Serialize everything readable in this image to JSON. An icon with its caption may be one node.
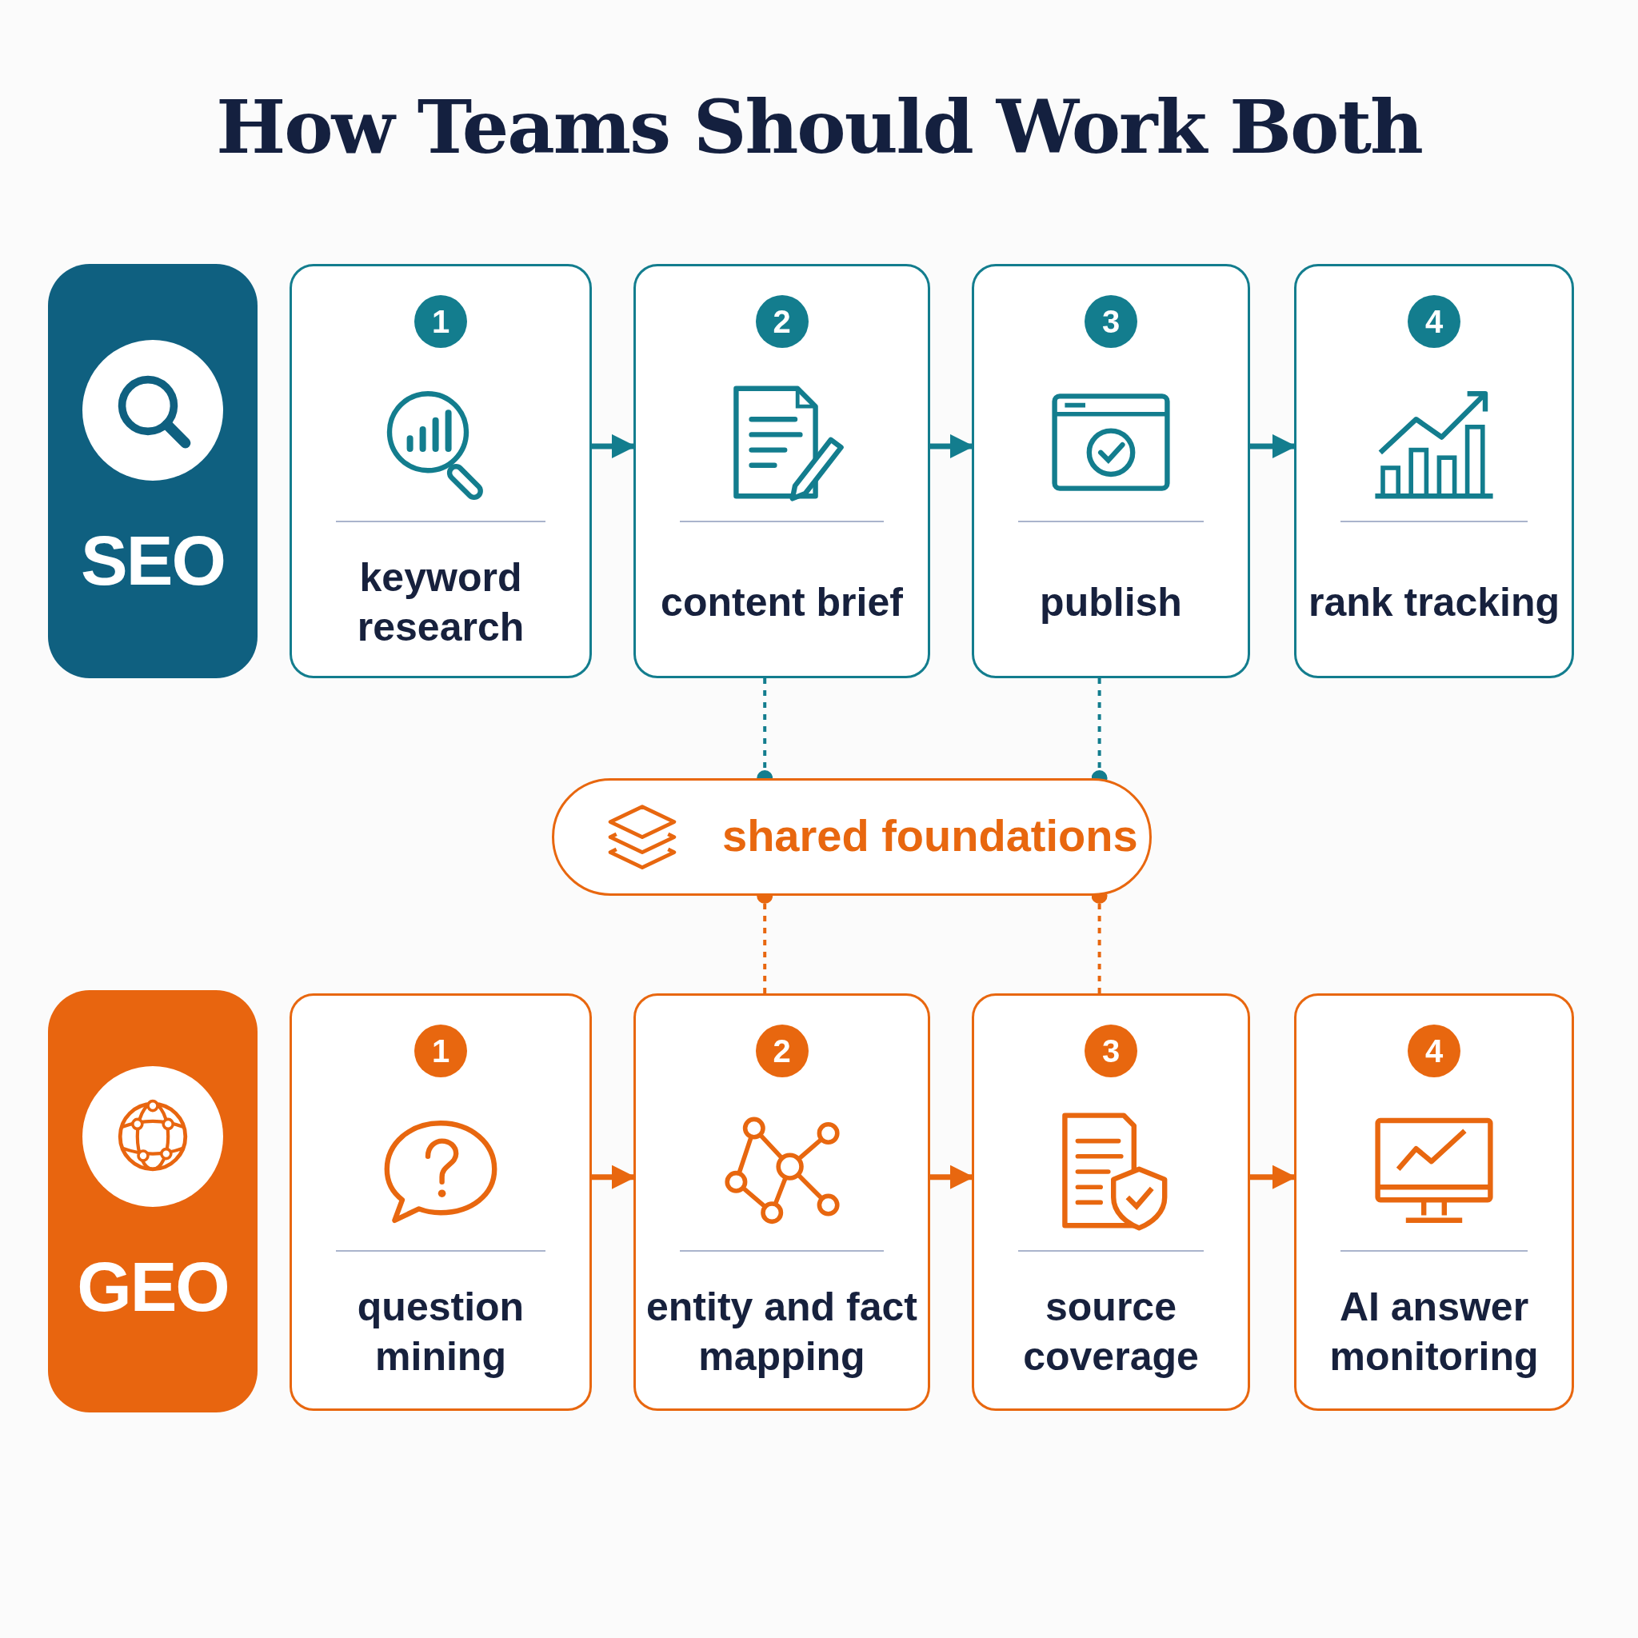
{
  "diagram": {
    "title": "How Teams Should Work Both",
    "nodes": [
      {
        "text": [
          "SEO"
        ]
      },
      {
        "text": [
          "1",
          "keyword research"
        ]
      },
      {
        "text": [
          "2",
          "content brief"
        ]
      },
      {
        "text": [
          "3",
          "publish"
        ]
      },
      {
        "text": [
          "4",
          "rank tracking"
        ]
      },
      {
        "text": [
          "shared foundations"
        ]
      },
      {
        "text": [
          "GEO"
        ]
      },
      {
        "text": [
          "1",
          "question mining"
        ]
      },
      {
        "text": [
          "2",
          "entity and fact mapping"
        ]
      },
      {
        "text": [
          "3",
          "source coverage"
        ]
      },
      {
        "text": [
          "4",
          "AI answer monitoring"
        ]
      }
    ],
    "edges": [
      {
        "from": 1,
        "to": 2,
        "arrow": "to",
        "color": "#137d8e"
      },
      {
        "from": 2,
        "to": 3,
        "arrow": "to",
        "color": "#137d8e"
      },
      {
        "from": 3,
        "to": 4,
        "arrow": "to",
        "color": "#137d8e"
      },
      {
        "from": 2,
        "to": 5,
        "arrow": "other",
        "style": "dashed",
        "color": "#137d8e"
      },
      {
        "from": 3,
        "to": 5,
        "arrow": "other",
        "style": "dashed",
        "color": "#137d8e"
      },
      {
        "from": 8,
        "to": 5,
        "arrow": "other",
        "style": "dashed",
        "color": "#e8670f"
      },
      {
        "from": 9,
        "to": 5,
        "arrow": "other",
        "style": "dashed",
        "color": "#e8670f"
      },
      {
        "from": 7,
        "to": 8,
        "arrow": "to",
        "color": "#e8670f"
      },
      {
        "from": 8,
        "to": 9,
        "arrow": "to",
        "color": "#e8670f"
      },
      {
        "from": 9,
        "to": 10,
        "arrow": "to",
        "color": "#e8670f"
      }
    ]
  }
}
